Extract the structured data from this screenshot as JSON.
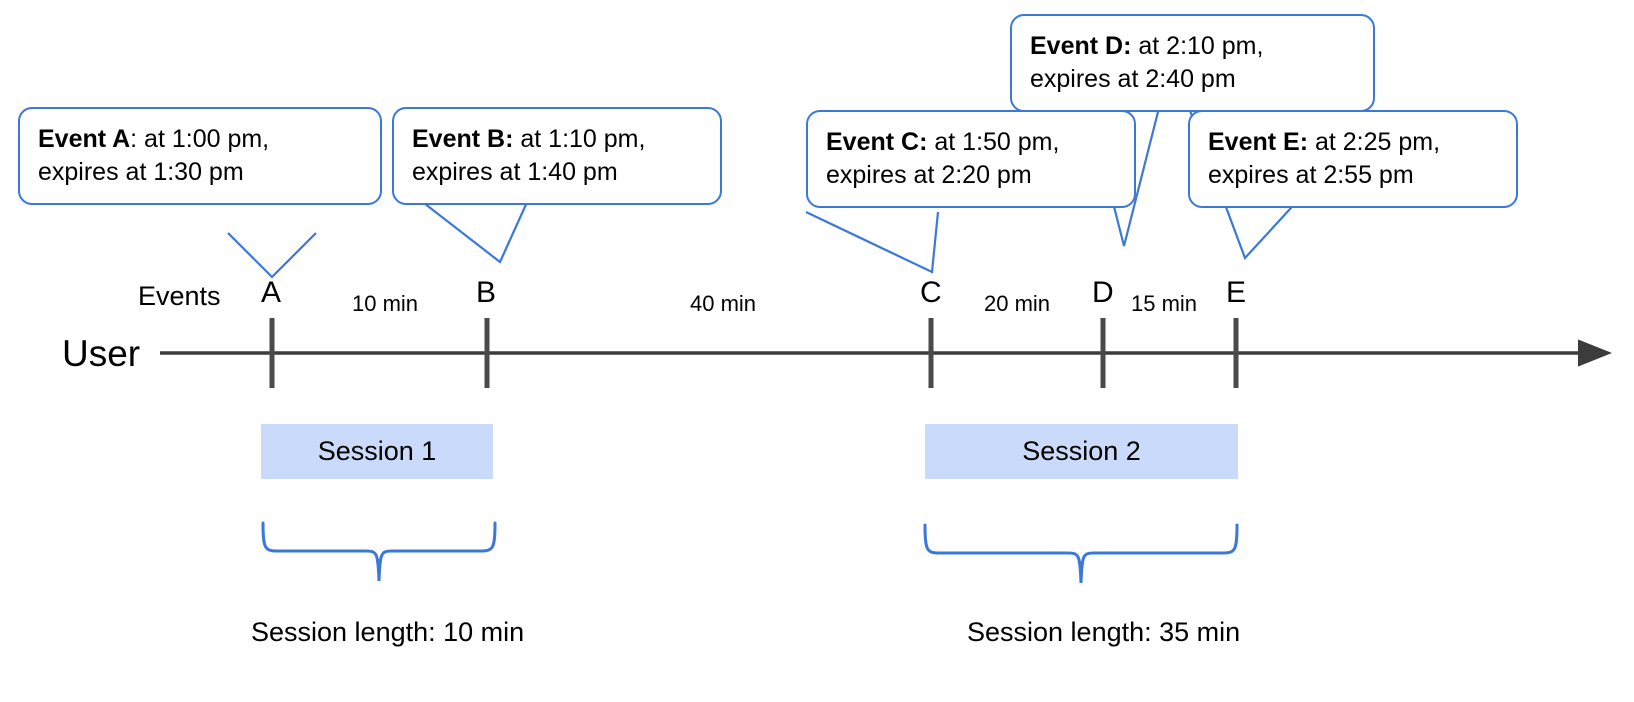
{
  "diagram": {
    "title": "Session timeline with events and expirations",
    "colors": {
      "callout_border": "#3b78d8",
      "brace": "#3b78d8",
      "session_fill": "#c9dafa",
      "axis": "#3c3c3c",
      "text": "#000000"
    }
  },
  "callouts": [
    {
      "id": "A",
      "name": "Event A",
      "separator": ":",
      "detail": " at 1:00 pm,",
      "line2": "expires at 1:30 pm",
      "bold_separator": false
    },
    {
      "id": "B",
      "name": "Event B",
      "separator": ":",
      "detail": " at 1:10 pm,",
      "line2": "expires at 1:40 pm",
      "bold_separator": true
    },
    {
      "id": "C",
      "name": "Event C",
      "separator": ":",
      "detail": " at 1:50 pm,",
      "line2": "expires at 2:20 pm",
      "bold_separator": true
    },
    {
      "id": "D",
      "name": "Event D",
      "separator": ":",
      "detail": " at 2:10 pm,",
      "line2": "expires at 2:40 pm",
      "bold_separator": true
    },
    {
      "id": "E",
      "name": "Event E",
      "separator": ":",
      "detail": " at 2:25 pm,",
      "line2": "expires at 2:55 pm",
      "bold_separator": true
    }
  ],
  "axis": {
    "row_label": "User",
    "events_label": "Events"
  },
  "markers": [
    {
      "label": "A"
    },
    {
      "label": "B"
    },
    {
      "label": "C"
    },
    {
      "label": "D"
    },
    {
      "label": "E"
    }
  ],
  "intervals": [
    {
      "label": "10 min",
      "from": "A",
      "to": "B"
    },
    {
      "label": "40 min",
      "from": "B",
      "to": "C"
    },
    {
      "label": "20 min",
      "from": "C",
      "to": "D"
    },
    {
      "label": "15 min",
      "from": "D",
      "to": "E"
    }
  ],
  "sessions": [
    {
      "label": "Session 1",
      "length_label": "Session length: 10 min"
    },
    {
      "label": "Session 2",
      "length_label": "Session length: 35 min"
    }
  ],
  "chart_data": {
    "type": "timeline",
    "title": "Session timeline with events and expirations",
    "xlabel": "",
    "ylabel": "",
    "events": [
      {
        "id": "A",
        "time": "1:00 pm",
        "expires": "1:30 pm"
      },
      {
        "id": "B",
        "time": "1:10 pm",
        "expires": "1:40 pm"
      },
      {
        "id": "C",
        "time": "1:50 pm",
        "expires": "2:20 pm"
      },
      {
        "id": "D",
        "time": "2:10 pm",
        "expires": "2:40 pm"
      },
      {
        "id": "E",
        "time": "2:25 pm",
        "expires": "2:55 pm"
      }
    ],
    "gaps": [
      {
        "from": "A",
        "to": "B",
        "minutes": 10,
        "label": "10 min"
      },
      {
        "from": "B",
        "to": "C",
        "minutes": 40,
        "label": "40 min"
      },
      {
        "from": "C",
        "to": "D",
        "minutes": 20,
        "label": "20 min"
      },
      {
        "from": "D",
        "to": "E",
        "minutes": 15,
        "label": "15 min"
      }
    ],
    "sessions": [
      {
        "name": "Session 1",
        "events": [
          "A",
          "B"
        ],
        "length_minutes": 10,
        "length_label": "Session length: 10 min"
      },
      {
        "name": "Session 2",
        "events": [
          "C",
          "D",
          "E"
        ],
        "length_minutes": 35,
        "length_label": "Session length: 35 min"
      }
    ],
    "legend": [],
    "grid": false
  }
}
